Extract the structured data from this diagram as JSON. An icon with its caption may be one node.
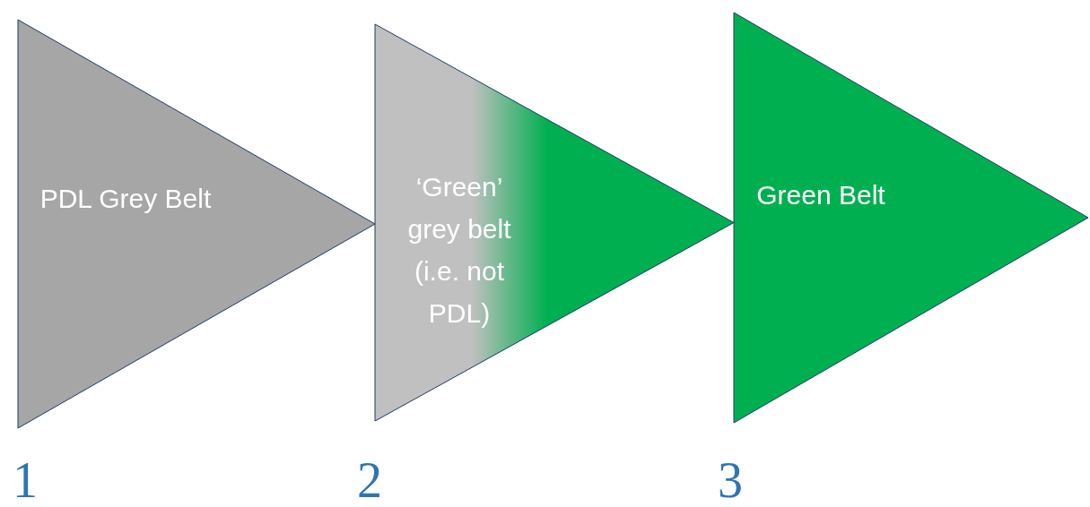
{
  "diagram": {
    "nodes": [
      {
        "text": [
          "PDL Grey Belt"
        ]
      },
      {
        "text": [
          "‘Green’ grey belt (i.e. not PDL)"
        ]
      },
      {
        "text": [
          "Green Belt"
        ]
      }
    ],
    "labels": [
      "1",
      "2",
      "3"
    ]
  }
}
